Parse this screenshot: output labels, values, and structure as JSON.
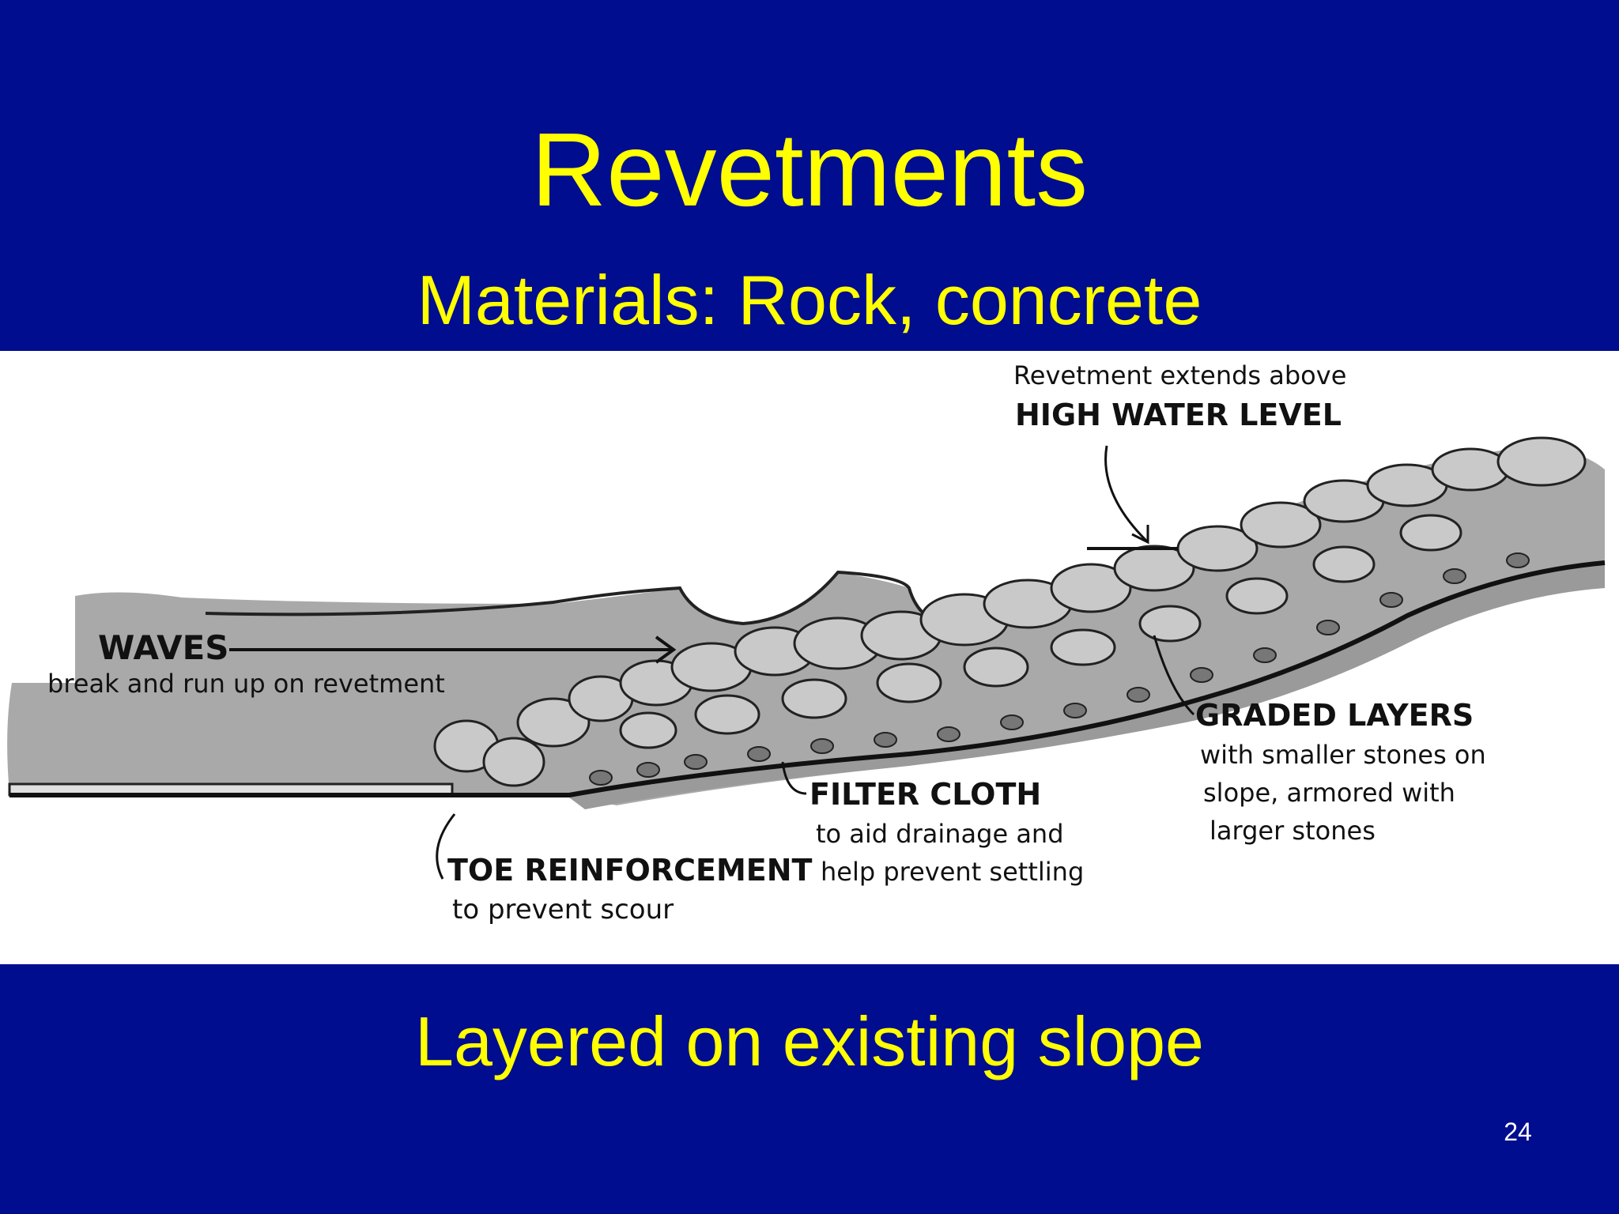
{
  "slide": {
    "title": "Revetments",
    "subtitle": "Materials: Rock, concrete",
    "caption": "Layered on existing slope",
    "page_number": "24"
  },
  "diagram": {
    "waves": {
      "heading": "WAVES",
      "text": "break and run up on revetment"
    },
    "high_water": {
      "line1": "Revetment extends above",
      "line2": "HIGH WATER LEVEL"
    },
    "graded": {
      "heading": "GRADED LAYERS",
      "line1": "with smaller stones on",
      "line2": "slope, armored with",
      "line3": "larger stones"
    },
    "filter": {
      "heading": "FILTER CLOTH",
      "line1": "to aid drainage and",
      "line2": "help prevent settling"
    },
    "toe": {
      "heading": "TOE REINFORCEMENT",
      "line1": "to prevent scour"
    }
  },
  "colors": {
    "background": "#000d8f",
    "title": "#ffff00",
    "panel": "#ffffff",
    "ground": "#a9a9a9"
  }
}
